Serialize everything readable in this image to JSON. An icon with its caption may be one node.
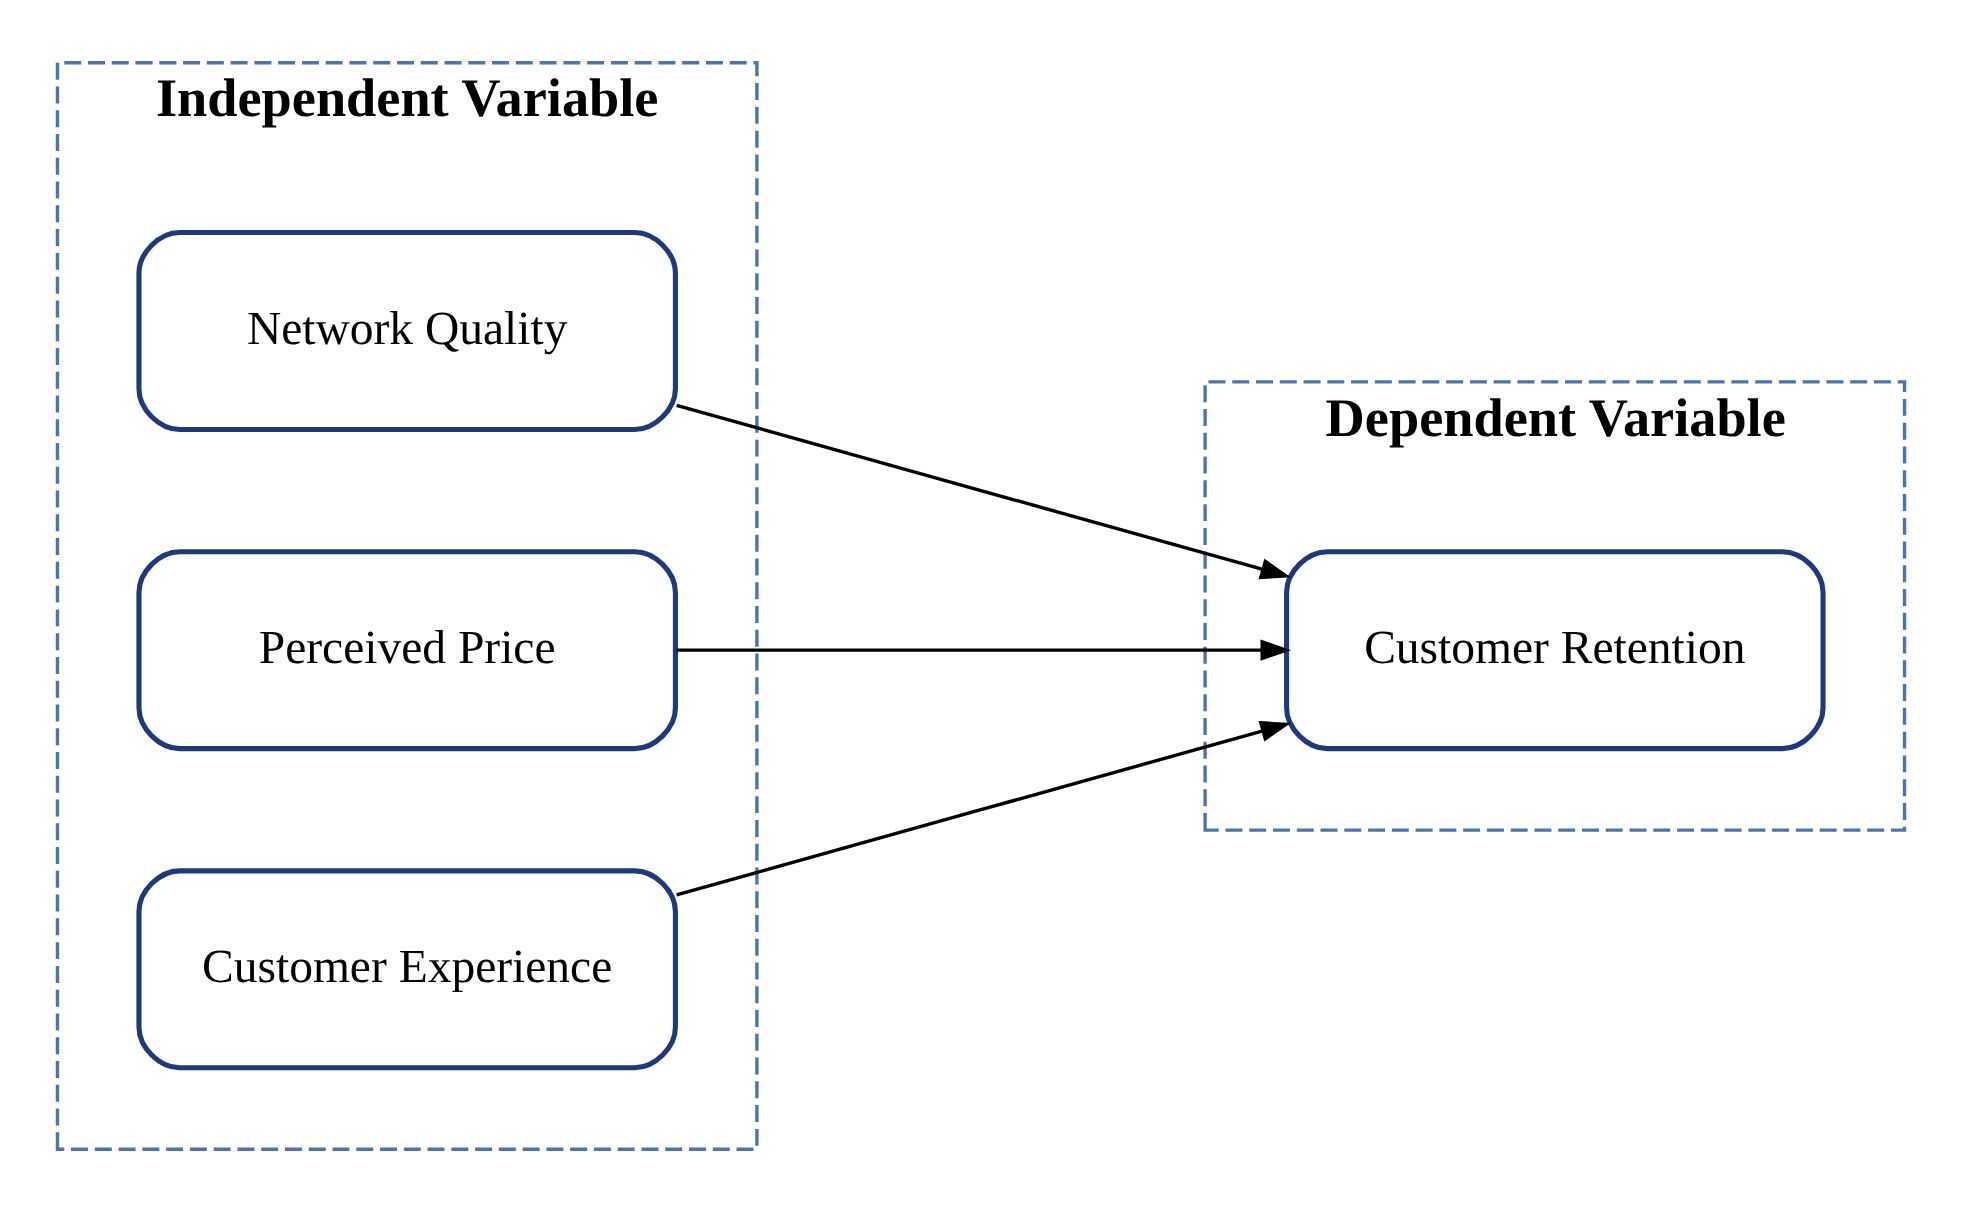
{
  "diagram": {
    "nodes": [
      {
        "text": [
          "Independent Variable"
        ]
      },
      {
        "text": [
          "Network Quality"
        ],
        "in": 0
      },
      {
        "text": [
          "Perceived Price"
        ],
        "in": 0
      },
      {
        "text": [
          "Customer Experience"
        ],
        "in": 0
      },
      {
        "text": [
          "Dependent Variable"
        ]
      },
      {
        "text": [
          "Customer Retention"
        ],
        "in": 4
      }
    ],
    "edges": [
      {
        "from": 1,
        "to": 5,
        "arrow": "to"
      },
      {
        "from": 2,
        "to": 5,
        "arrow": "to"
      },
      {
        "from": 3,
        "to": 5,
        "arrow": "to"
      }
    ]
  }
}
